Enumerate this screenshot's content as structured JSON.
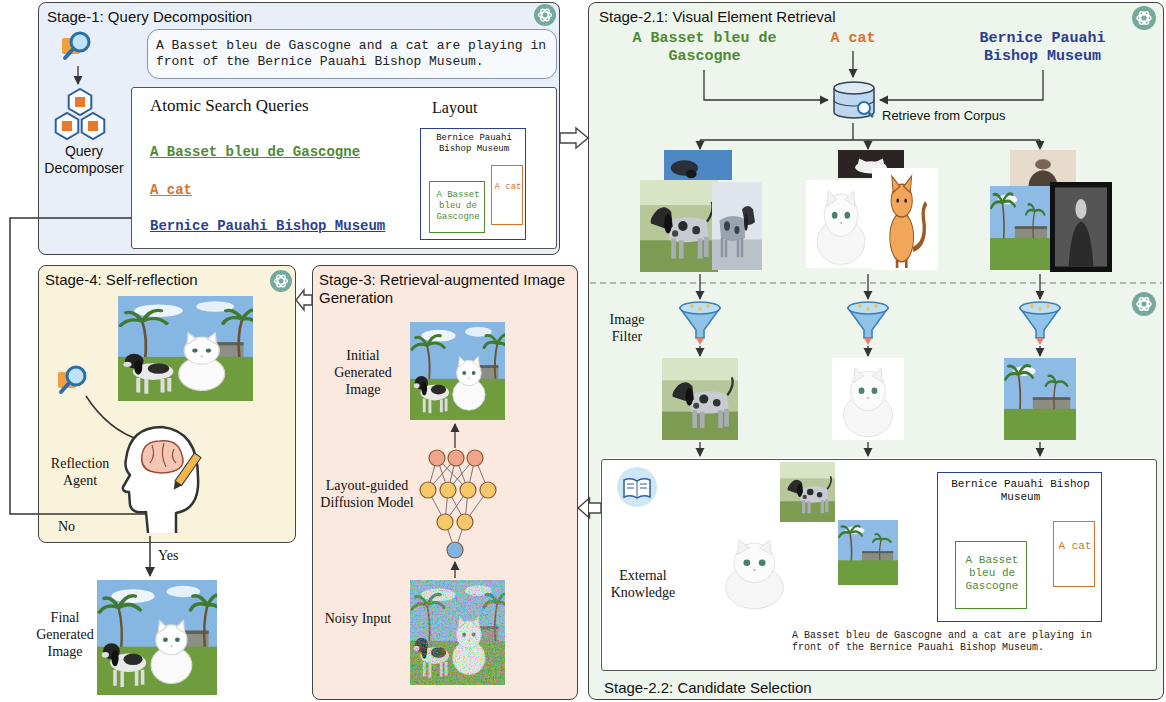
{
  "diagram": {
    "nodes": [
      {
        "text": [
          "Stage-1: Query Decomposition"
        ]
      },
      {
        "text": [
          "A Basset bleu de Gascogne and a cat are playing in front of the Bernice Pauahi Bishop Museum."
        ],
        "in": 0
      },
      {
        "text": [
          "Atomic Search Queries",
          "A Basset bleu de Gascogne",
          "A cat",
          "Bernice Pauahi Bishop Museum",
          "Layout"
        ],
        "in": 0
      },
      {
        "text": [
          "Bernice Pauahi Bishop Museum"
        ],
        "in": 2
      },
      {
        "text": [
          "A Basset bleu de Gascogne"
        ],
        "in": 3
      },
      {
        "text": [
          "A cat"
        ],
        "in": 3
      },
      {
        "text": [
          "Stage-2.1: Visual Element Retrieval"
        ]
      },
      {
        "text": [
          "External Knowledge",
          "A Basset bleu de Gascogne and a cat are playing in front of the Bernice Pauahi Bishop Museum.",
          "Stage-2.2: Candidate Selection"
        ],
        "in": 6
      },
      {
        "text": [
          "Bernice Pauahi Bishop Museum"
        ],
        "in": 7
      },
      {
        "text": [
          "A Basset bleu de Gascogne"
        ],
        "in": 8
      },
      {
        "text": [
          "A cat"
        ],
        "in": 8
      },
      {
        "text": [
          "Stage-4: Self-reflection",
          "Reflection Agent"
        ]
      },
      {
        "text": [
          "Stage-3: Retrieval-augmented Image Generation",
          "Initial Generated Image",
          "Layout-guided Diffusion Model",
          "Noisy Input"
        ]
      }
    ],
    "edges": [
      {
        "from": 0,
        "to": 6,
        "arrow": "to"
      },
      {
        "from": 7,
        "to": 12,
        "arrow": "to"
      },
      {
        "from": 12,
        "to": 11,
        "arrow": "to"
      },
      {
        "from": 11,
        "to": 2,
        "arrow": "none"
      }
    ],
    "labels": [
      "Query Decomposer",
      "A Basset bleu de Gascogne",
      "A cat",
      "Bernice Pauahi Bishop Museum",
      "Retrieve from Corpus",
      "Image Filter",
      "No",
      "Yes",
      "Final Generated Image"
    ]
  }
}
